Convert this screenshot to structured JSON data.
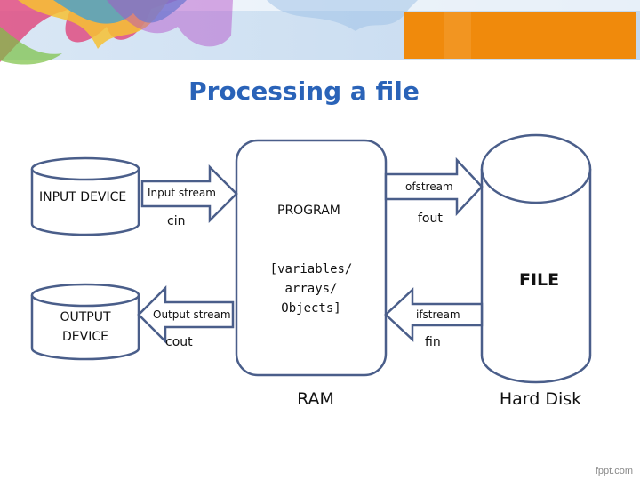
{
  "slide": {
    "title": "Processing a file",
    "footer": "fppt.com"
  },
  "diagram": {
    "input_device": "INPUT DEVICE",
    "output_device_line1": "OUTPUT",
    "output_device_line2": "DEVICE",
    "input_stream": "Input stream",
    "input_object": "cin",
    "output_stream": "Output stream",
    "output_object": "cout",
    "program": "PROGRAM",
    "program_contents_line1": "[variables/",
    "program_contents_line2": "arrays/",
    "program_contents_line3": "Objects]",
    "ram_label": "RAM",
    "ofstream": "ofstream",
    "fout": "fout",
    "ifstream": "ifstream",
    "fin": "fin",
    "file": "FILE",
    "hard_disk_label": "Hard Disk"
  },
  "colors": {
    "shape_outline": "#4a5e8a",
    "title": "#2a63b8",
    "banner_orange": "#f08a0c"
  }
}
